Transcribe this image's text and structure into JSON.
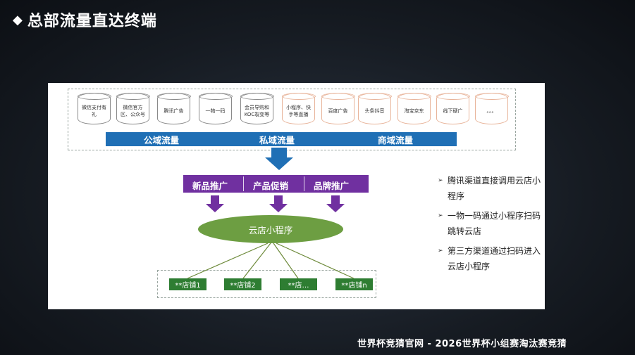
{
  "title": "总部流量直达终端",
  "sources": [
    {
      "label": "微信支付有礼",
      "border": "gray"
    },
    {
      "label": "微信官方区、公众号",
      "border": "gray"
    },
    {
      "label": "腾讯广告",
      "border": "gray"
    },
    {
      "label": "一物一码",
      "border": "gray"
    },
    {
      "label": "会员导购和KOC裂变等",
      "border": "gray"
    },
    {
      "label": "小程序、快手等直播",
      "border": "orange"
    },
    {
      "label": "百度广告",
      "border": "orange"
    },
    {
      "label": "头条抖音",
      "border": "orange"
    },
    {
      "label": "淘宝京东",
      "border": "orange"
    },
    {
      "label": "线下硬广",
      "border": "orange"
    },
    {
      "label": "。。。",
      "border": "orange"
    }
  ],
  "traffic": {
    "public": "公域流量",
    "private": "私域流量",
    "commerce": "商域流量"
  },
  "promotion": {
    "new_product": "新品推广",
    "sales": "产品促销",
    "brand": "品牌推广"
  },
  "center": "云店小程序",
  "stores": [
    "**店铺1",
    "**店铺2",
    "**店…",
    "**店铺n"
  ],
  "bullets": [
    "腾讯渠道直接调用云店小程序",
    "一物一码通过小程序扫码跳转云店",
    "第三方渠道通过扫码进入云店小程序"
  ],
  "footer": "世界杯竞猜官网 - 2026世界杯小组赛淘汰赛竞猜",
  "colors": {
    "blue_bar": "#1f6fb5",
    "purple_bar": "#7030a0",
    "ellipse": "#6d9e42",
    "store": "#2e7d32",
    "arrow_blue": "#1f6fb5",
    "arrow_purple": "#7030a0"
  }
}
